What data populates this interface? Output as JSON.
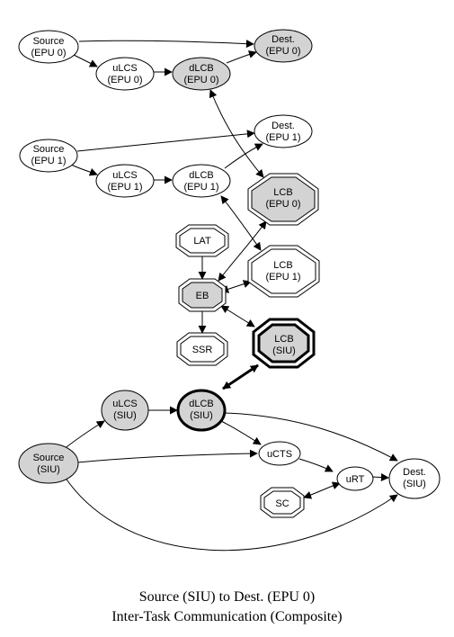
{
  "colors": {
    "stroke": "#000000",
    "filled": "#d3d3d3",
    "plain": "#ffffff"
  },
  "caption": {
    "line1": "Source (SIU) to Dest. (EPU 0)",
    "line2": "Inter-Task Communication (Composite)"
  },
  "nodes": {
    "source_epu0": {
      "line1": "Source",
      "line2": "(EPU 0)"
    },
    "ulcs_epu0": {
      "line1": "uLCS",
      "line2": "(EPU 0)"
    },
    "dlcb_epu0": {
      "line1": "dLCB",
      "line2": "(EPU 0)"
    },
    "dest_epu0": {
      "line1": "Dest.",
      "line2": "(EPU 0)"
    },
    "source_epu1": {
      "line1": "Source",
      "line2": "(EPU 1)"
    },
    "ulcs_epu1": {
      "line1": "uLCS",
      "line2": "(EPU 1)"
    },
    "dlcb_epu1": {
      "line1": "dLCB",
      "line2": "(EPU 1)"
    },
    "dest_epu1": {
      "line1": "Dest.",
      "line2": "(EPU 1)"
    },
    "lcb_epu0": {
      "line1": "LCB",
      "line2": "(EPU 0)"
    },
    "lat": {
      "line1": "LAT"
    },
    "lcb_epu1": {
      "line1": "LCB",
      "line2": "(EPU 1)"
    },
    "eb": {
      "line1": "EB"
    },
    "ssr": {
      "line1": "SSR"
    },
    "lcb_siu": {
      "line1": "LCB",
      "line2": "(SIU)"
    },
    "ulcs_siu": {
      "line1": "uLCS",
      "line2": "(SIU)"
    },
    "dlcb_siu": {
      "line1": "dLCB",
      "line2": "(SIU)"
    },
    "source_siu": {
      "line1": "Source",
      "line2": "(SIU)"
    },
    "ucts": {
      "line1": "uCTS"
    },
    "urt": {
      "line1": "uRT"
    },
    "dest_siu": {
      "line1": "Dest.",
      "line2": "(SIU)"
    },
    "sc": {
      "line1": "SC"
    }
  }
}
